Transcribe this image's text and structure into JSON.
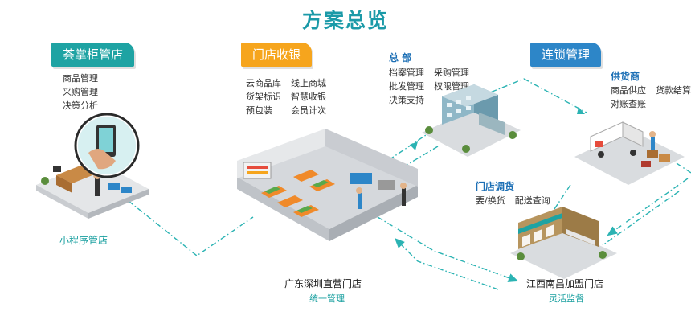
{
  "title": "方案总览",
  "sections": {
    "cabinet": {
      "tag": "荟掌柜管店",
      "items": [
        "商品管理",
        "采购管理",
        "决策分析"
      ],
      "caption": "小程序管店"
    },
    "pos": {
      "tag": "门店收银",
      "items": [
        "云商品库",
        "线上商城",
        "货架标识",
        "智慧收银",
        "预包装",
        "会员计次"
      ]
    },
    "hq": {
      "heading": "总  部",
      "items": [
        "档案管理",
        "采购管理",
        "批发管理",
        "权限管理",
        "决策支持"
      ]
    },
    "chain": {
      "tag": "连锁管理"
    },
    "supplier": {
      "heading": "供货商",
      "items": [
        "商品供应",
        "货款结算",
        "对账查账"
      ]
    },
    "transfer": {
      "heading": "门店调货",
      "items": [
        "要/换货",
        "配送查询"
      ]
    },
    "direct_store": {
      "caption": "广东深圳直营门店",
      "sub": "统一管理"
    },
    "franchise_store": {
      "caption": "江西南昌加盟门店",
      "sub": "灵活监督"
    }
  },
  "colors": {
    "teal": "#1ea3a3",
    "orange": "#f6a51d",
    "blue": "#2d86c8",
    "heading_blue": "#1c6fb5",
    "flow_line": "#2bb3b3"
  },
  "icons": [
    "phone-hand-icon",
    "office-desk-icon",
    "supermarket-icon",
    "hq-building-icon",
    "delivery-truck-icon",
    "storefront-icon",
    "flow-arrow-icon"
  ]
}
